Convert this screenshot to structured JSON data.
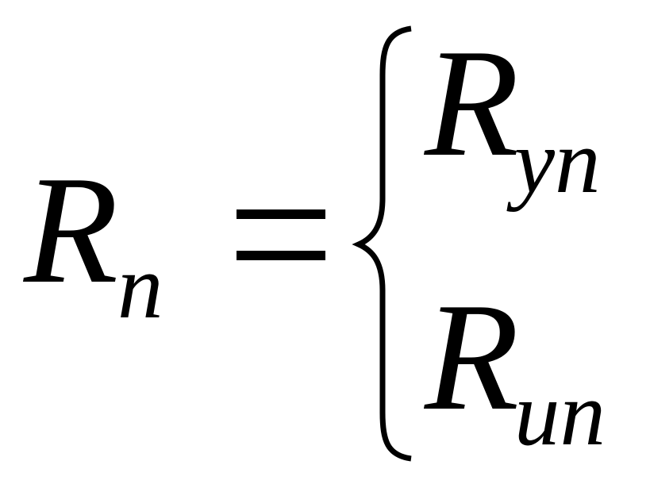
{
  "formula": {
    "lhs": {
      "symbol": "R",
      "subscript": "n"
    },
    "relation": "=",
    "cases": [
      {
        "symbol": "R",
        "subscript": "yn"
      },
      {
        "symbol": "R",
        "subscript": "un"
      }
    ]
  }
}
